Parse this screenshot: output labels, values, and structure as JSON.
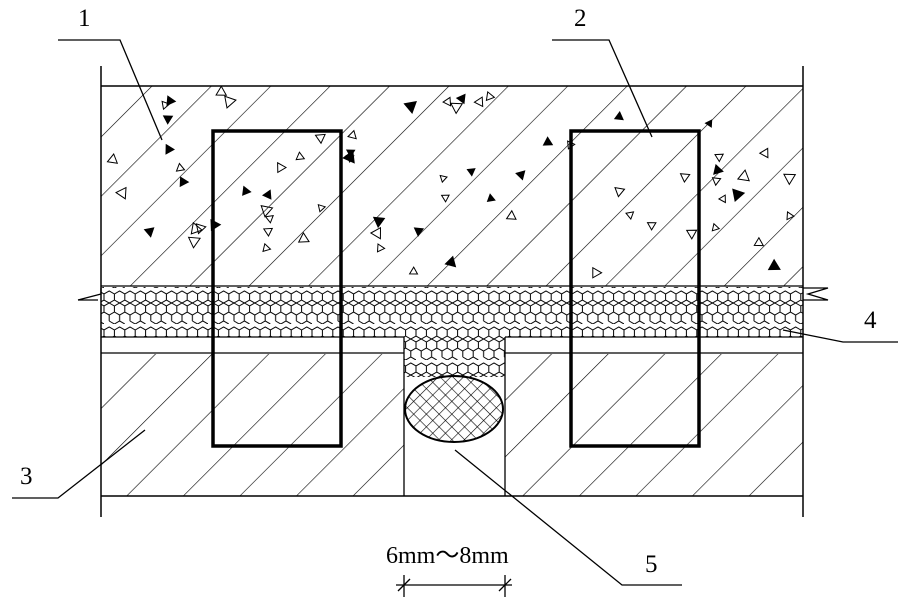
{
  "labels": {
    "l1": "1",
    "l2": "2",
    "l3": "3",
    "l4": "4",
    "l5": "5"
  },
  "dimension": "6mm～8mm",
  "colors": {
    "ink": "#000000",
    "paper": "#ffffff"
  }
}
